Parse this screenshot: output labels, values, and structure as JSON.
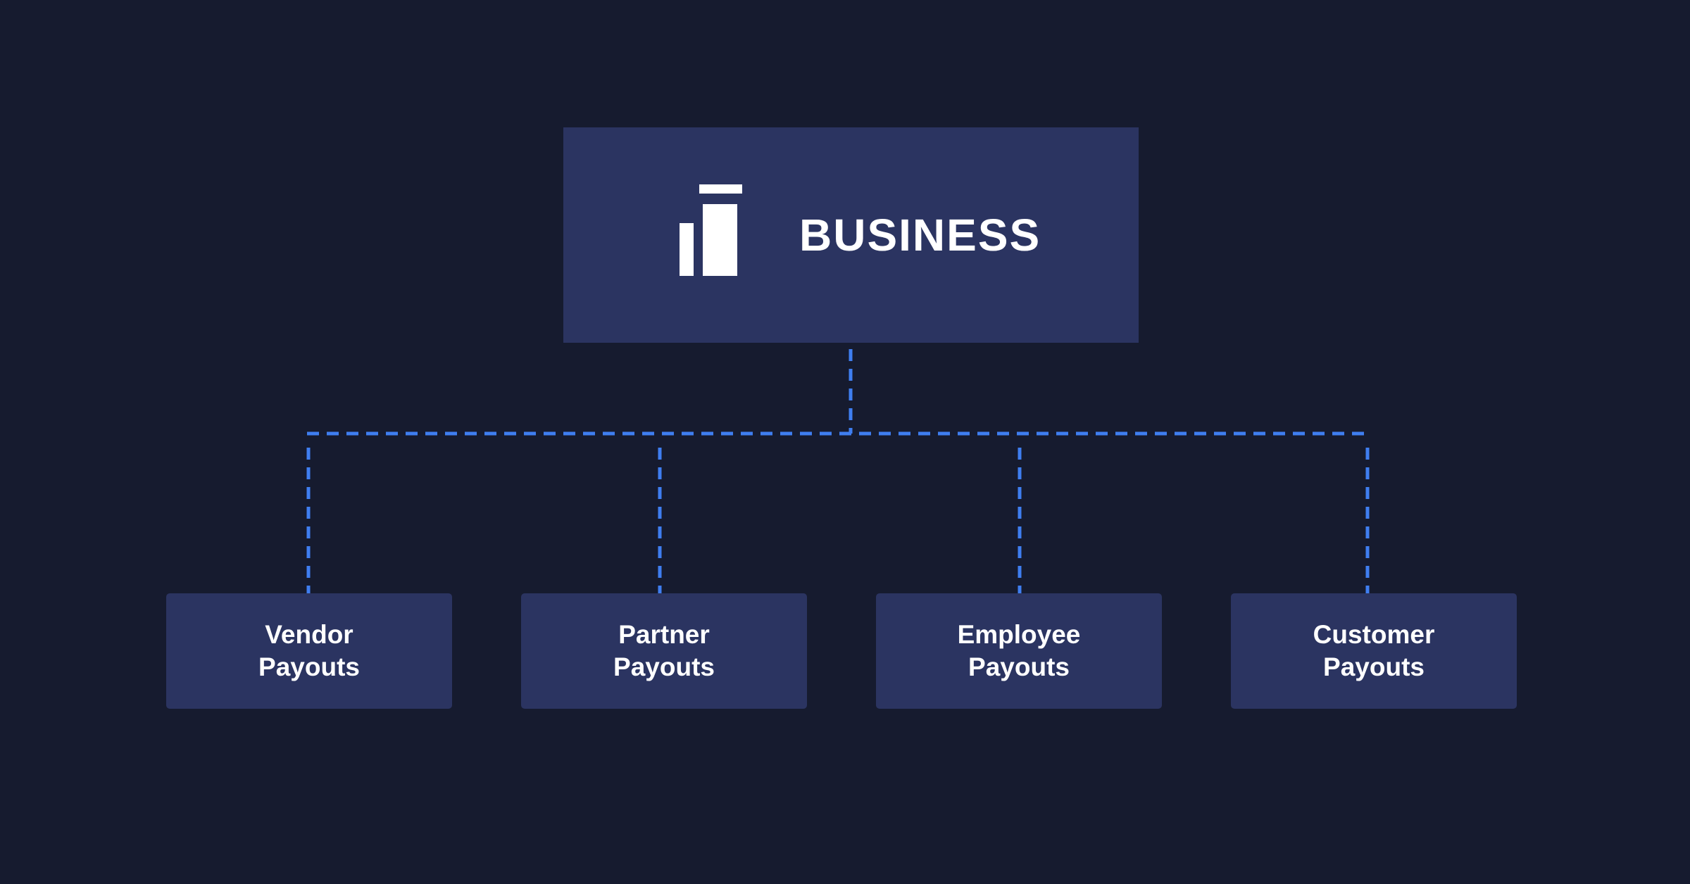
{
  "root": {
    "title": "BUSINESS",
    "icon": "bank-building-icon"
  },
  "children": [
    {
      "line1": "Vendor",
      "line2": "Payouts"
    },
    {
      "line1": "Partner",
      "line2": "Payouts"
    },
    {
      "line1": "Employee",
      "line2": "Payouts"
    },
    {
      "line1": "Customer",
      "line2": "Payouts"
    }
  ],
  "colors": {
    "background": "#161b2f",
    "box": "#2b3461",
    "connector": "#3f7ef0",
    "text": "#ffffff"
  }
}
